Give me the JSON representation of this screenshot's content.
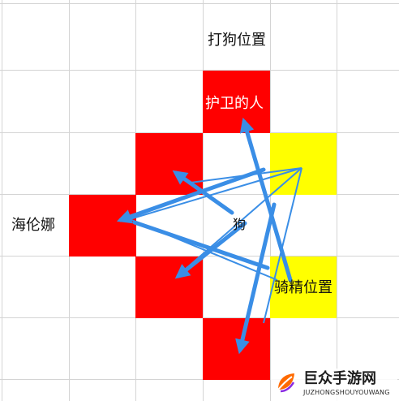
{
  "labels": {
    "title": "打狗位置",
    "guard": "护卫的人",
    "helena": "海伦娜",
    "dog": "狗",
    "mount": "骑精位置"
  },
  "watermark": {
    "brand": "巨众手游网",
    "url": "JUZHONGSHOUYOUWANG"
  },
  "colors": {
    "grid": "#d4d4d4",
    "red": "#ff0000",
    "yellow": "#ffff00",
    "arrow": "#3a8ee6"
  },
  "icons": {
    "logo": "leaf-logo-icon"
  }
}
